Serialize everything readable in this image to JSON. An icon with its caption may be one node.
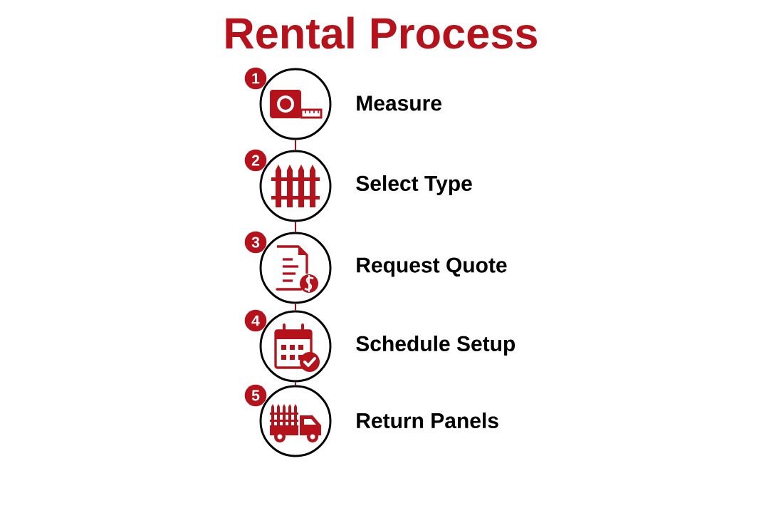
{
  "diagram": {
    "title": "Rental Process",
    "nodes": [
      {
        "text": [
          "1",
          "Measure"
        ]
      },
      {
        "text": [
          "2",
          "Select Type"
        ]
      },
      {
        "text": [
          "3",
          "Request Quote"
        ]
      },
      {
        "text": [
          "4",
          "Schedule Setup"
        ]
      },
      {
        "text": [
          "5",
          "Return Panels"
        ]
      }
    ],
    "edges": [
      {
        "from": 0,
        "to": 1,
        "arrow": "none"
      },
      {
        "from": 1,
        "to": 2,
        "arrow": "none"
      },
      {
        "from": 2,
        "to": 3,
        "arrow": "none"
      },
      {
        "from": 3,
        "to": 4,
        "arrow": "none"
      }
    ]
  }
}
